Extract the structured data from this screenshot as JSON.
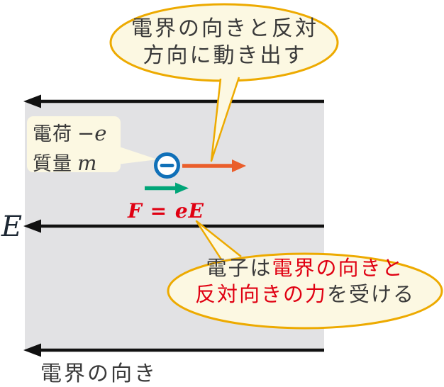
{
  "diagram_title": "Electron in an electric field (force opposite to field direction)",
  "colors": {
    "bubble-fill": "#fcf8e2",
    "bubble-border": "#edaa00",
    "field-bg": "#e2e2e4",
    "arrow-black": "#111111",
    "electron-blue": "#1070b8",
    "motion-orange": "#ea5e2b",
    "force-green": "#00a578",
    "accent-red": "#e00012",
    "text-dark": "#3a3a3a",
    "symbol-dark": "#1c2733"
  },
  "top_bubble": {
    "line1": "電界の向きと反対",
    "line2": "方向に動き出す"
  },
  "charge_label": {
    "line1_text": "電荷",
    "line1_math": "−e",
    "line2_text": "質量",
    "line2_math": "m"
  },
  "force_formula": "F = eE",
  "field_symbol": "E",
  "bottom_bubble": {
    "line1_dark": "電子は",
    "line1_red": "電界の向きと",
    "line2_red": "反対向きの力",
    "line2_dark": "を受ける"
  },
  "bottom_caption": "電界の向き",
  "icons": {
    "electron": "minus-circle"
  }
}
